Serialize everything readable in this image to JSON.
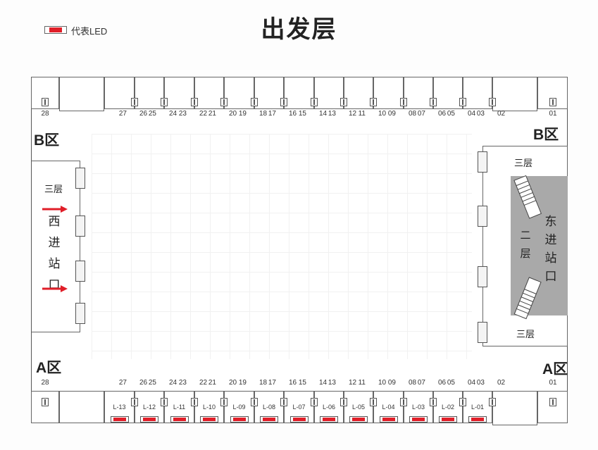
{
  "title": "出发层",
  "legend": {
    "label": "代表LED",
    "color": "#e01e28"
  },
  "zones": {
    "b_left": "B区",
    "b_right": "B区",
    "a_left": "A区",
    "a_right": "A区"
  },
  "top_gates": [
    "28",
    "27",
    "26",
    "25",
    "24",
    "23",
    "22",
    "21",
    "20",
    "19",
    "18",
    "17",
    "16",
    "15",
    "14",
    "13",
    "12",
    "11",
    "10",
    "09",
    "08",
    "07",
    "06",
    "05",
    "04",
    "03",
    "02",
    "01"
  ],
  "bottom_gates": [
    "28",
    "27",
    "26",
    "25",
    "24",
    "23",
    "22",
    "21",
    "20",
    "19",
    "18",
    "17",
    "16",
    "15",
    "14",
    "13",
    "12",
    "11",
    "10",
    "09",
    "08",
    "07",
    "06",
    "05",
    "04",
    "03",
    "02",
    "01"
  ],
  "led_labels": [
    "L-13",
    "L-12",
    "L-11",
    "L-10",
    "L-09",
    "L-08",
    "L-07",
    "L-06",
    "L-05",
    "L-04",
    "L-03",
    "L-02",
    "L-01"
  ],
  "west": {
    "floor_label": "三层",
    "entrance_chars": [
      "西",
      "进",
      "站",
      "口"
    ]
  },
  "east": {
    "floor_top": "三层",
    "floor_bottom": "三层",
    "level_chars": [
      "二",
      "层"
    ],
    "entrance_chars": [
      "东",
      "进",
      "站",
      "口"
    ]
  }
}
